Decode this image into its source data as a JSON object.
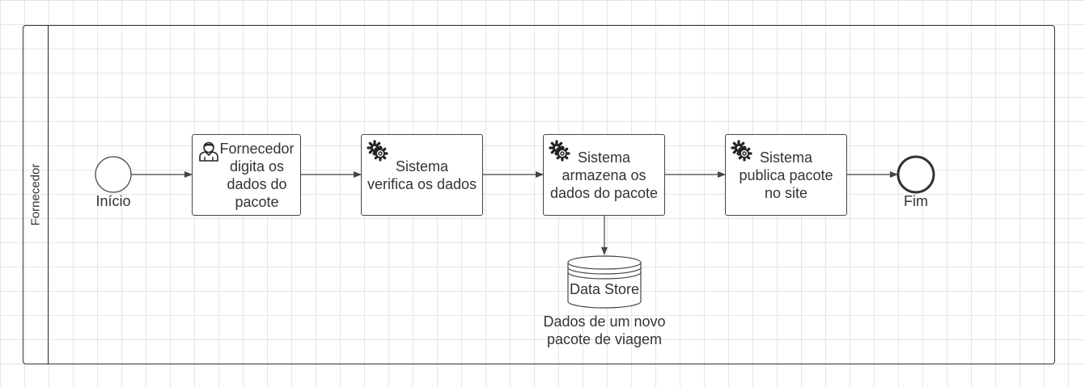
{
  "pool": {
    "label": "Fornecedor"
  },
  "events": {
    "start": {
      "label": "Início"
    },
    "end": {
      "label": "Fim"
    }
  },
  "tasks": [
    {
      "type": "user",
      "icon": "user-icon",
      "label": "Fornecedor\ndigita os\ndados do\npacote"
    },
    {
      "type": "service",
      "icon": "gear-icon",
      "label": "Sistema\nverifica os dados"
    },
    {
      "type": "service",
      "icon": "gear-icon",
      "label": "Sistema\narmazena os\ndados do pacote"
    },
    {
      "type": "service",
      "icon": "gear-icon",
      "label": "Sistema\npublica pacote\nno site"
    }
  ],
  "data_store": {
    "name": "Data Store",
    "label": "Dados de um novo\npacote de viagem"
  }
}
